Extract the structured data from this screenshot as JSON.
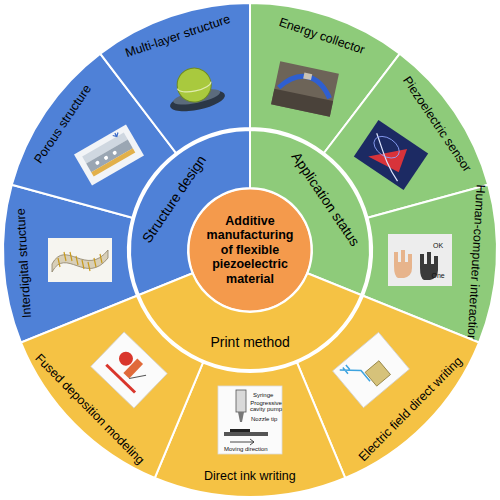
{
  "diagram": {
    "nodes": [
      {
        "text": [
          "Additive manufacturing of flexible piezoelectric material"
        ]
      },
      {
        "text": [
          "Structure design"
        ]
      },
      {
        "text": [
          "Interdigital structure"
        ]
      },
      {
        "text": [
          "Porous structure"
        ]
      },
      {
        "text": [
          "Multi-layer structure"
        ]
      },
      {
        "text": [
          "Application status"
        ]
      },
      {
        "text": [
          "Energy collector"
        ]
      },
      {
        "text": [
          "Piezoelectric sensor"
        ]
      },
      {
        "text": [
          "Human-computer interaction"
        ]
      },
      {
        "text": [
          "Print method"
        ]
      },
      {
        "text": [
          "Electric field direct writing"
        ]
      },
      {
        "text": [
          "Direct ink writing"
        ]
      },
      {
        "text": [
          "Fused deposition modeling"
        ]
      }
    ],
    "labels": [
      "OK",
      "One",
      "Syringe",
      "Progressive cavity pump",
      "Nozzle tip",
      "Moving direction"
    ]
  }
}
